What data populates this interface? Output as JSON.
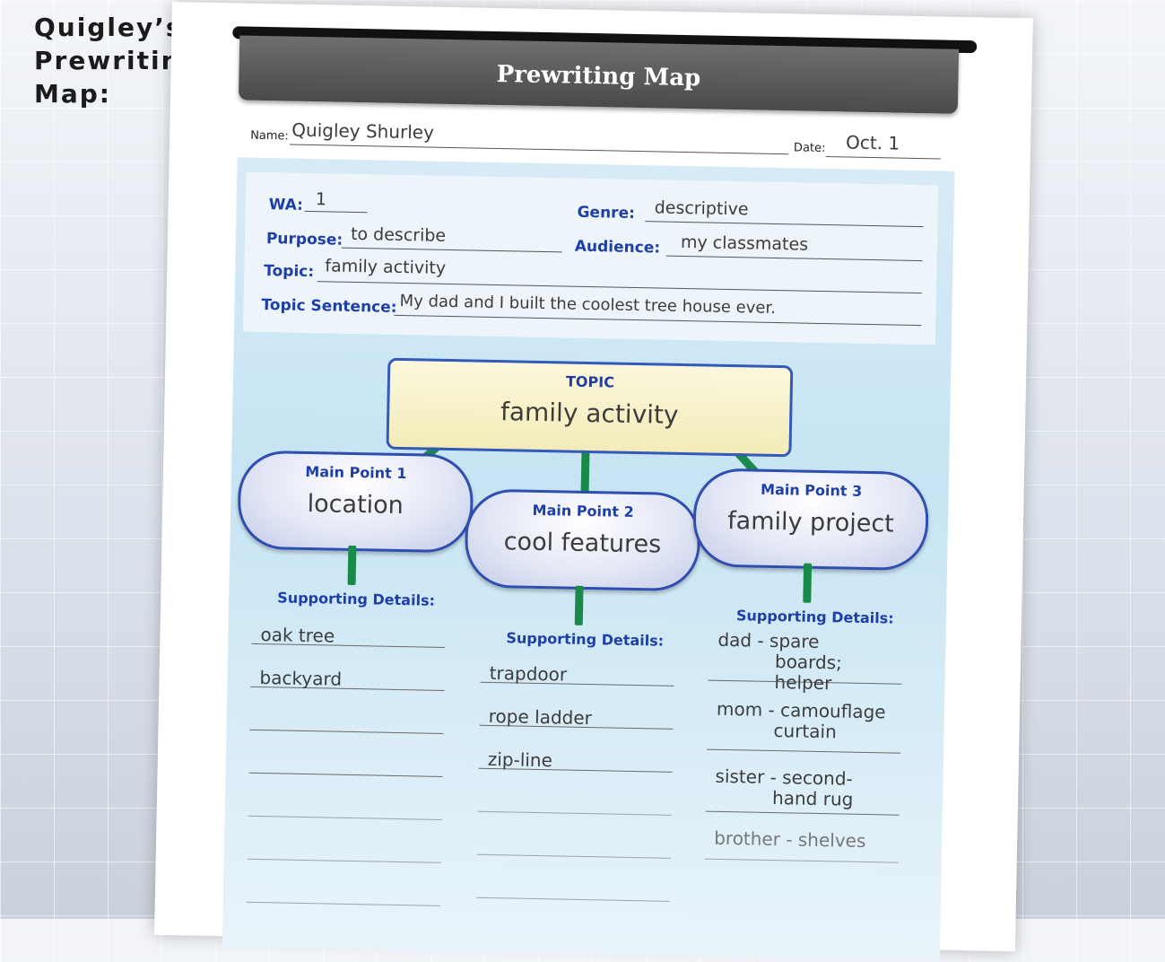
{
  "side_title": [
    "Quigley’s",
    "Prewriting",
    "Map:"
  ],
  "header": {
    "title": "Prewriting Map"
  },
  "student": {
    "name_label": "Name:",
    "name": "Quigley Shurley",
    "date_label": "Date:",
    "date": "Oct. 1"
  },
  "info": {
    "wa_label": "WA:",
    "wa": "1",
    "genre_label": "Genre:",
    "genre": "descriptive",
    "purpose_label": "Purpose:",
    "purpose": "to describe",
    "audience_label": "Audience:",
    "audience": "my classmates",
    "topic_label": "Topic:",
    "topic": "family activity",
    "sentence_label": "Topic Sentence:",
    "sentence": "My dad and I built the coolest tree house ever."
  },
  "map": {
    "topic_label": "TOPIC",
    "topic": "family activity",
    "main_points": [
      {
        "label": "Main Point 1",
        "value": "location"
      },
      {
        "label": "Main Point 2",
        "value": "cool features"
      },
      {
        "label": "Main Point 3",
        "value": "family project"
      }
    ],
    "supporting_label": "Supporting Details:",
    "details_1": [
      "oak tree",
      "backyard"
    ],
    "details_2": [
      "trapdoor",
      "rope ladder",
      "zip-line"
    ],
    "details_3": [
      {
        "line1": "dad - spare",
        "line2": "boards;",
        "line3": "helper"
      },
      {
        "line1": "mom - camouflage",
        "line2": "curtain"
      },
      {
        "line1": "sister - second-",
        "line2": "hand rug"
      },
      {
        "line1": "brother - shelves"
      }
    ]
  }
}
